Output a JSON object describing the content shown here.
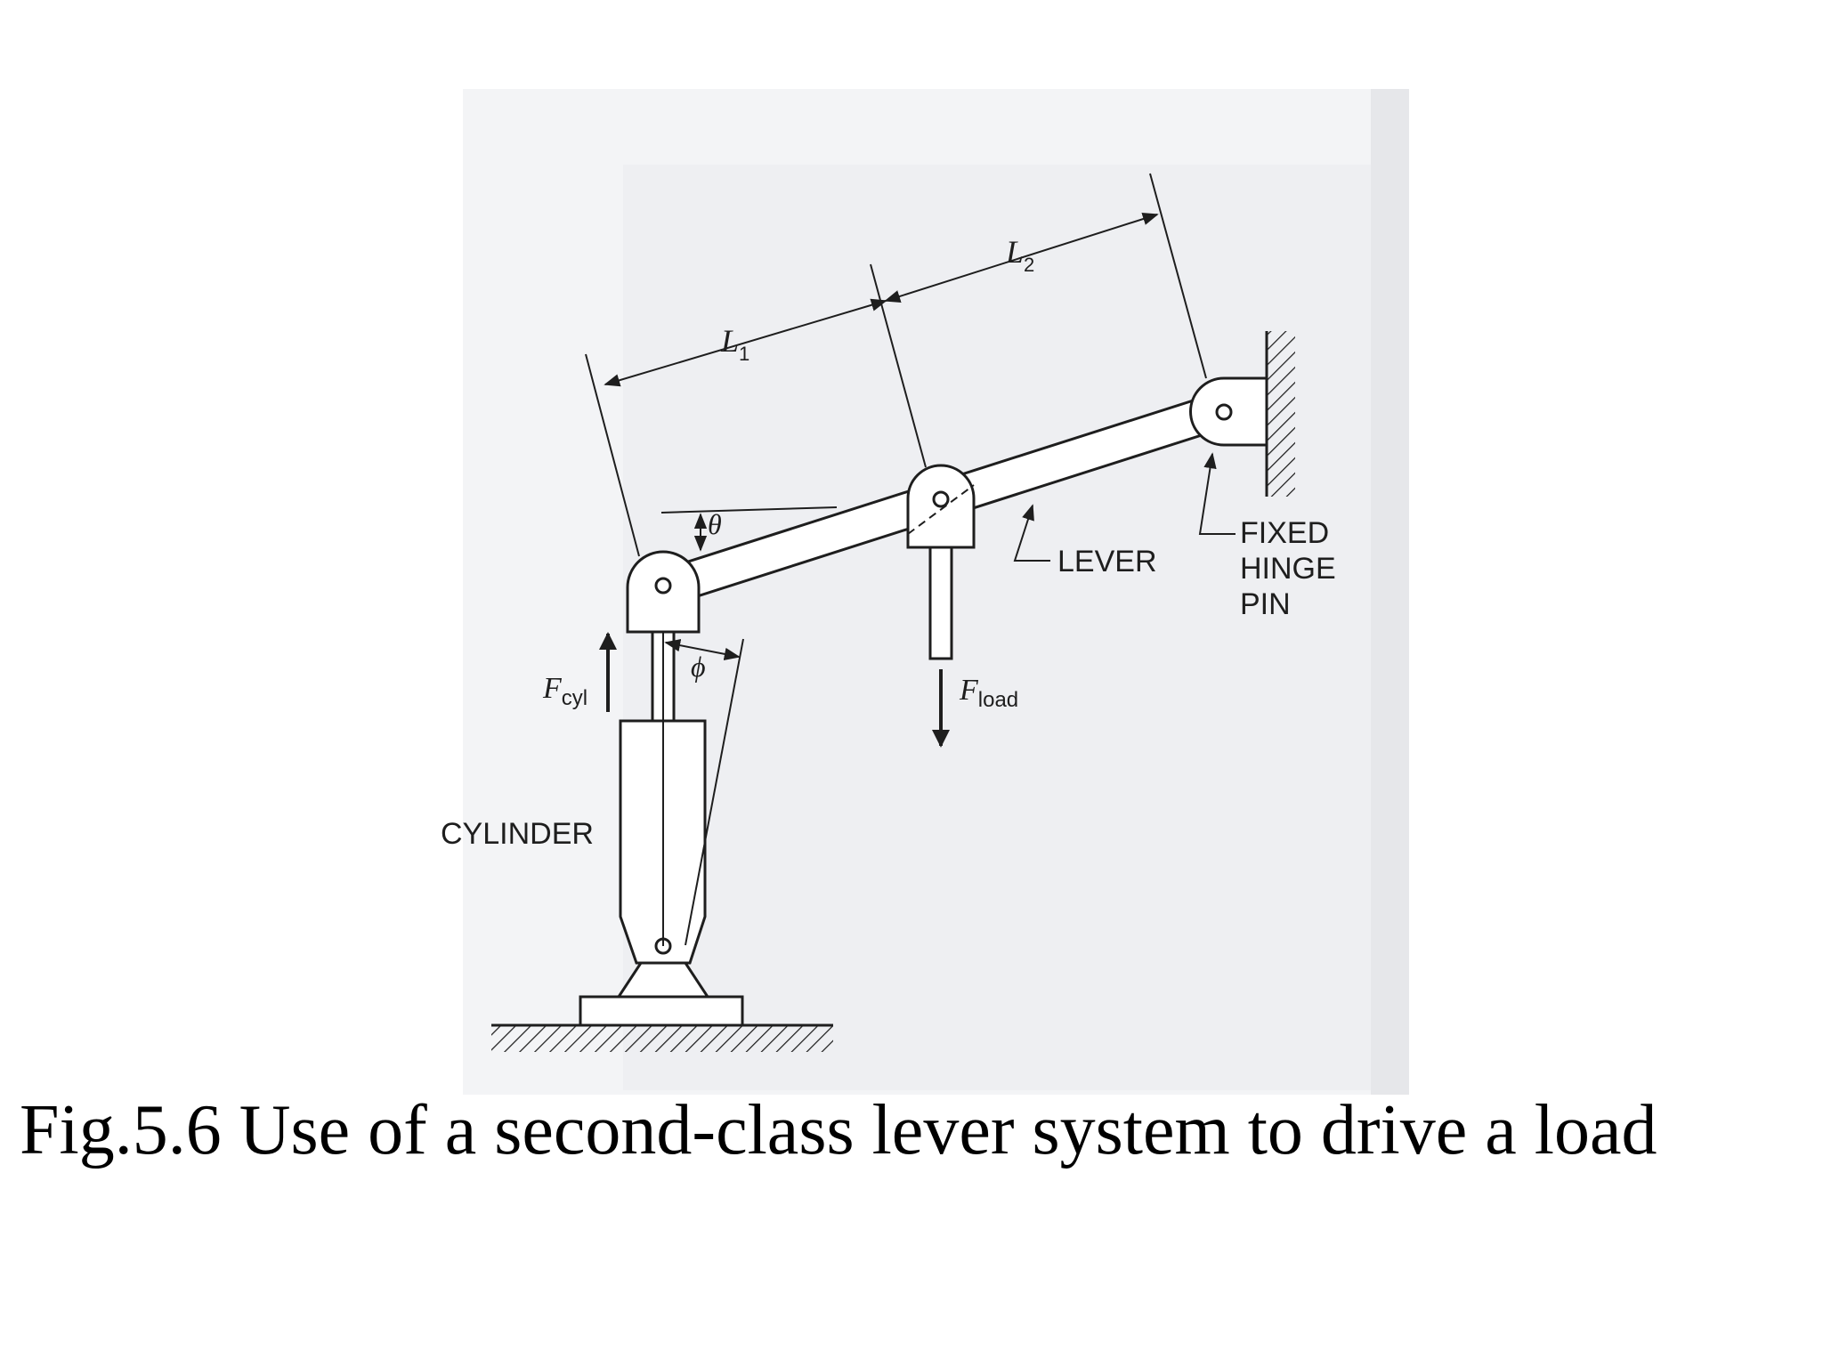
{
  "figure": {
    "labels": {
      "l1": "L",
      "l1_sub": "1",
      "l2": "L",
      "l2_sub": "2",
      "theta": "θ",
      "phi": "ϕ",
      "f_cyl": "F",
      "f_cyl_sub": "cyl",
      "f_load": "F",
      "f_load_sub": "load",
      "lever": "LEVER",
      "fixed_hinge_pin": [
        "FIXED",
        "HINGE",
        "PIN"
      ],
      "cylinder": "CYLINDER"
    }
  },
  "caption": "Fig.5.6  Use of a second-class lever system to drive a load",
  "colors": {
    "ink": "#1e1e1e",
    "scan_paper": "#f1f2f4",
    "caption": "#000000"
  }
}
